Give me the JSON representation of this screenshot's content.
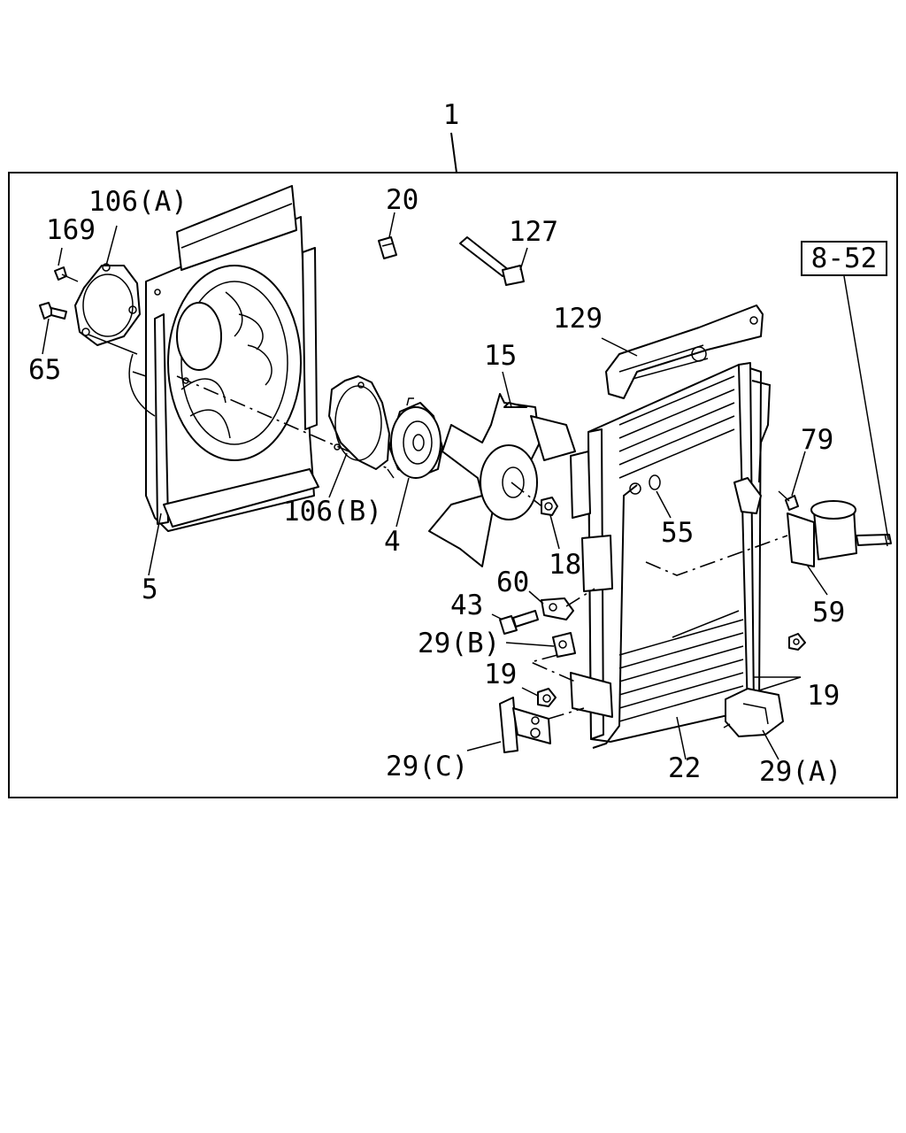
{
  "diagram": {
    "ref_box": "8-52",
    "labels": {
      "l1": "1",
      "l106a": "106(A)",
      "l169": "169",
      "l65": "65",
      "l20": "20",
      "l127": "127",
      "l129": "129",
      "l15": "15",
      "l79": "79",
      "l55": "55",
      "l106b": "106(B)",
      "l4": "4",
      "l18": "18",
      "l5": "5",
      "l60": "60",
      "l43": "43",
      "l59": "59",
      "l29b": "29(B)",
      "l19a": "19",
      "l19b": "19",
      "l29c": "29(C)",
      "l22": "22",
      "l29a": "29(A)"
    }
  }
}
